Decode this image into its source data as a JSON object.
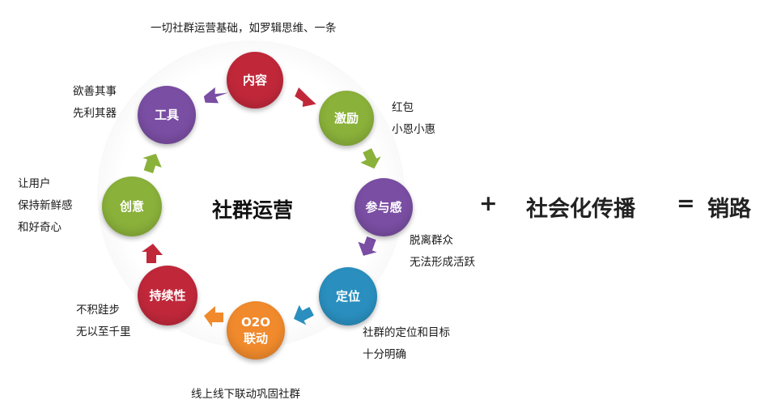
{
  "center_title": "社群运营",
  "formula": {
    "plus": "+",
    "term": "社会化传播",
    "equals": "=",
    "result": "销路"
  },
  "nodes": [
    {
      "key": "content",
      "label": "内容",
      "color": "#c0283a"
    },
    {
      "key": "incentive",
      "label": "激励",
      "color": "#8ab13a"
    },
    {
      "key": "participation",
      "label": "参与感",
      "color": "#7a4ea3"
    },
    {
      "key": "positioning",
      "label": "定位",
      "color": "#2a8fbf"
    },
    {
      "key": "o2o",
      "label_line1": "O2O",
      "label_line2": "联动",
      "color": "#f08a2c"
    },
    {
      "key": "persistence",
      "label": "持续性",
      "color": "#c0283a"
    },
    {
      "key": "creativity",
      "label": "创意",
      "color": "#8ab13a"
    },
    {
      "key": "tools",
      "label": "工具",
      "color": "#7a4ea3"
    }
  ],
  "annotations": {
    "content": [
      "一切社群运营基础，如罗辑思维、一条"
    ],
    "incentive": [
      "红包",
      "小恩小惠"
    ],
    "participation": [
      "脱离群众",
      "无法形成活跃"
    ],
    "positioning": [
      "社群的定位和目标",
      "十分明确"
    ],
    "o2o": [
      "线上线下联动巩固社群"
    ],
    "persistence": [
      "不积跬步",
      "无以至千里"
    ],
    "creativity": [
      "让用户",
      "保持新鲜感",
      "和好奇心"
    ],
    "tools": [
      "欲善其事",
      "先利其器"
    ]
  },
  "arrow_colors": {
    "red": "#c0283a",
    "green": "#8ab13a",
    "purple": "#7a4ea3",
    "blue": "#2a8fbf",
    "orange": "#f08a2c"
  }
}
